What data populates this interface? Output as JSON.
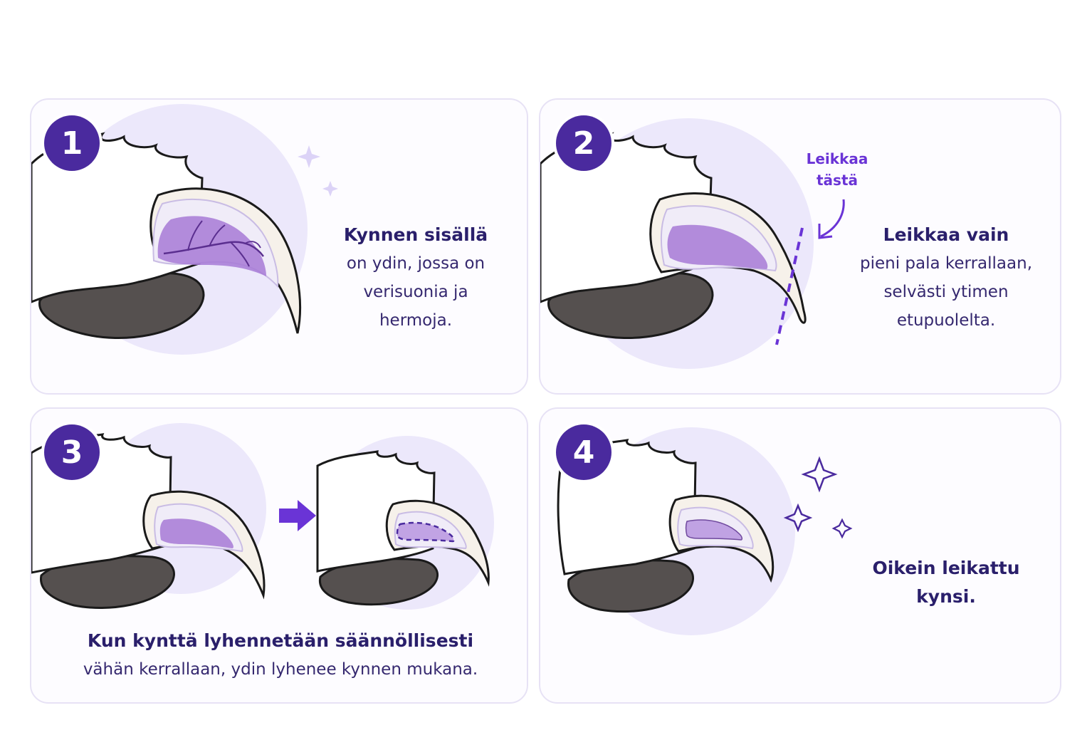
{
  "colors": {
    "accent": "#4a2a9e",
    "text": "#2a1f6b",
    "quick": "#a77ad6",
    "claw": "#f6f1ea",
    "pad": "#55504f",
    "halo": "#ece8fb",
    "cut_line": "#6a34d6"
  },
  "steps": [
    {
      "number": "1",
      "heading": "Kynnen sisällä",
      "lines": [
        "on ydin, jossa on",
        "verisuonia ja",
        "hermoja."
      ]
    },
    {
      "number": "2",
      "cut_label_line1": "Leikkaa",
      "cut_label_line2": "tästä",
      "heading": "Leikkaa vain",
      "lines": [
        "pieni pala kerrallaan,",
        "selvästi ytimen",
        "etupuolelta."
      ]
    },
    {
      "number": "3",
      "heading": "Kun kynttä lyhennetään säännöllisesti",
      "lines": [
        "vähän kerrallaan, ydin lyhenee kynnen mukana."
      ]
    },
    {
      "number": "4",
      "heading_line1": "Oikein leikattu",
      "heading_line2": "kynsi."
    }
  ],
  "icons": [
    "sparkle-icon",
    "arrow-right-icon",
    "cut-arrow-icon"
  ]
}
